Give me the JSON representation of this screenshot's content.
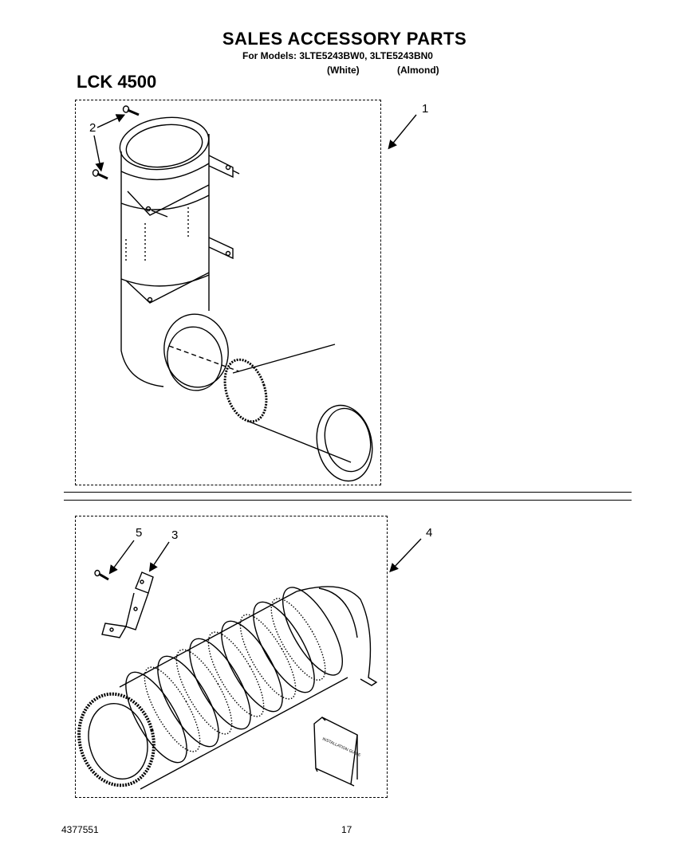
{
  "header": {
    "title": "SALES ACCESSORY PARTS",
    "models": "For Models: 3LTE5243BW0, 3LTE5243BN0",
    "color_white": "(White)",
    "color_almond": "(Almond)"
  },
  "kit": {
    "name": "LCK 4500"
  },
  "callouts": {
    "c1": "1",
    "c2": "2",
    "c3": "3",
    "c4": "4",
    "c5": "5"
  },
  "booklet": {
    "text": "INSTALLATION GUIDE"
  },
  "footer": {
    "code": "4377551",
    "page": "17"
  }
}
